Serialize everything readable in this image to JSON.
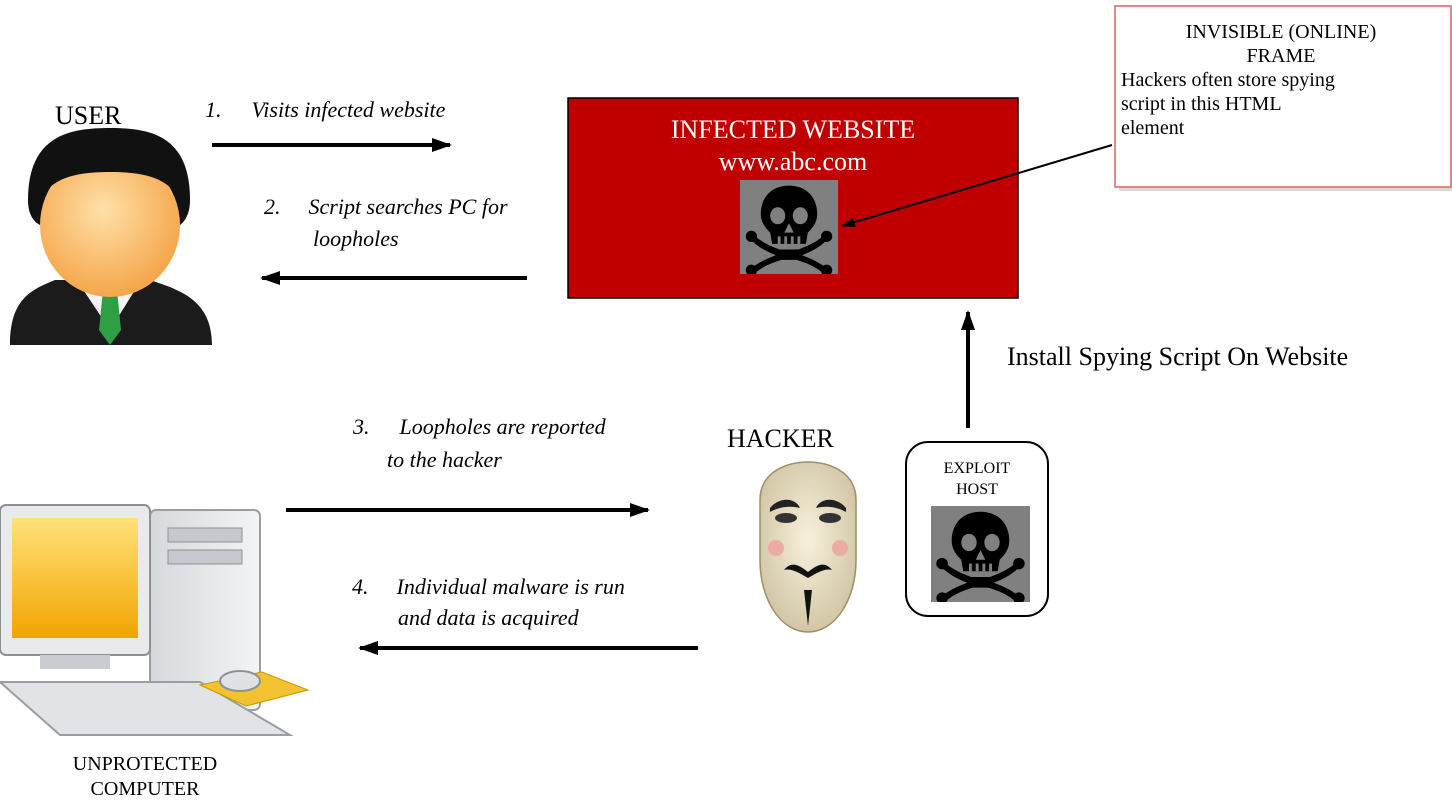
{
  "actors": {
    "user": "USER",
    "hacker": "HACKER",
    "computer_line1": "UNPROTECTED",
    "computer_line2": "COMPUTER"
  },
  "steps": [
    {
      "num": "1.",
      "line1": "Visits infected website",
      "line2": ""
    },
    {
      "num": "2.",
      "line1": "Script searches PC for",
      "line2": "loopholes"
    },
    {
      "num": "3.",
      "line1": "Loopholes are reported",
      "line2": "to the hacker"
    },
    {
      "num": "4.",
      "line1": "Individual malware is run",
      "line2": "and data is acquired"
    }
  ],
  "website": {
    "title": "INFECTED WEBSITE",
    "url": "www.abc.com",
    "color": "#c00000",
    "skull_icon": "skull-crossbones-icon"
  },
  "callout": {
    "title_line1": "INVISIBLE (ONLINE)",
    "title_line2": "FRAME",
    "body_line1": "Hackers often store spying",
    "body_line2": "script in this HTML",
    "body_line3": "element",
    "border_color": "#e06060"
  },
  "install_label": "Install Spying Script On Website",
  "exploit_host": {
    "line1": "EXPLOIT",
    "line2": "HOST",
    "skull_icon": "skull-crossbones-icon"
  },
  "icons": {
    "user": "user-avatar-icon",
    "hacker": "guy-fawkes-mask-icon",
    "computer": "desktop-computer-icon"
  }
}
